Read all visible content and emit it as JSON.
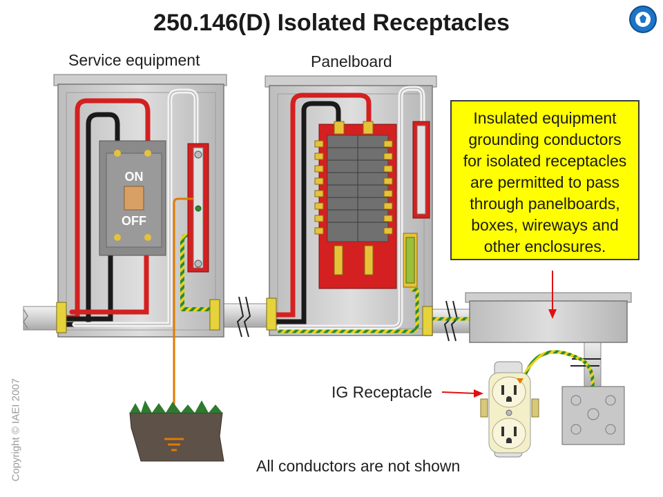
{
  "title": "250.146(D) Isolated Receptacles",
  "labels": {
    "service_equipment": "Service equipment",
    "panelboard": "Panelboard",
    "ig_receptacle": "IG Receptacle",
    "not_shown": "All conductors are not shown",
    "switch_on": "ON",
    "switch_off": "OFF"
  },
  "callout": {
    "lines": [
      "Insulated equipment",
      "grounding conductors",
      "for isolated receptacles",
      "are permitted to pass",
      "through panelboards,",
      "boxes, wireways and",
      "other enclosures."
    ]
  },
  "copyright": "Copyright © IAEI 2007",
  "colors": {
    "hot_conductor": "#d42020",
    "black_conductor": "#1a1a1a",
    "neutral_conductor": "#f2f2f2",
    "ground_conductor": "#2d8a2d",
    "ground_stripe": "#e8d21a",
    "grounding_electrode": "#e07b00",
    "callout_bg": "#ffff00",
    "arrow": "#e01010",
    "enclosure": "#c9c9c9",
    "receptacle": "#f3efc8"
  },
  "icons": [
    "iaei-logo-icon",
    "ground-symbol-icon",
    "break-mark-icon"
  ]
}
